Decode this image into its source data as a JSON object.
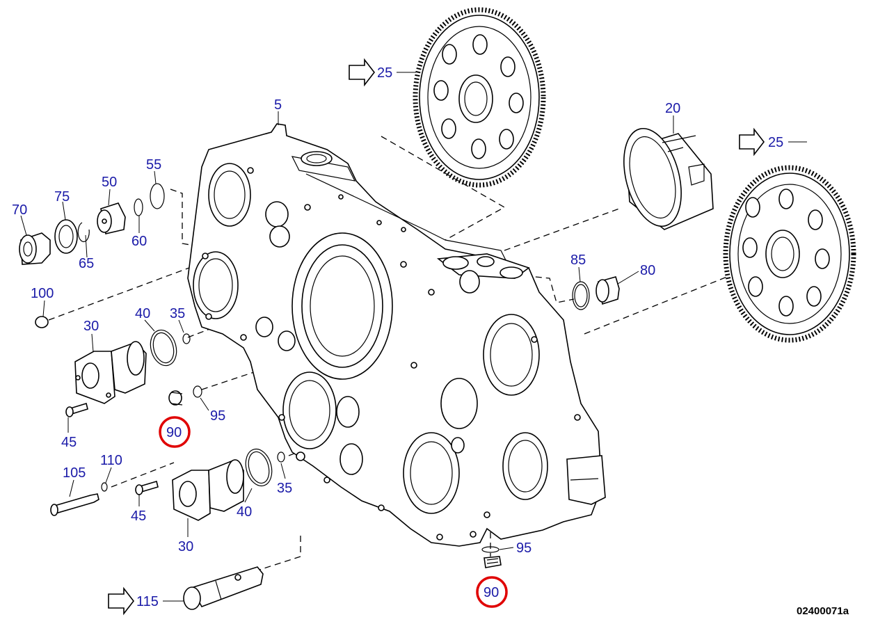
{
  "drawing_code": "02400071a",
  "callouts": {
    "c5": "5",
    "c20": "20",
    "c25a": "25",
    "c25b": "25",
    "c30a": "30",
    "c30b": "30",
    "c35a": "35",
    "c35b": "35",
    "c40a": "40",
    "c40b": "40",
    "c45a": "45",
    "c45b": "45",
    "c50": "50",
    "c55": "55",
    "c60": "60",
    "c65": "65",
    "c70": "70",
    "c75": "75",
    "c80": "80",
    "c85": "85",
    "c90a": "90",
    "c90b": "90",
    "c95a": "95",
    "c95b": "95",
    "c100": "100",
    "c105": "105",
    "c110": "110",
    "c115": "115"
  },
  "highlight_color": "#e00000",
  "callout_color": "#1a1aa8"
}
